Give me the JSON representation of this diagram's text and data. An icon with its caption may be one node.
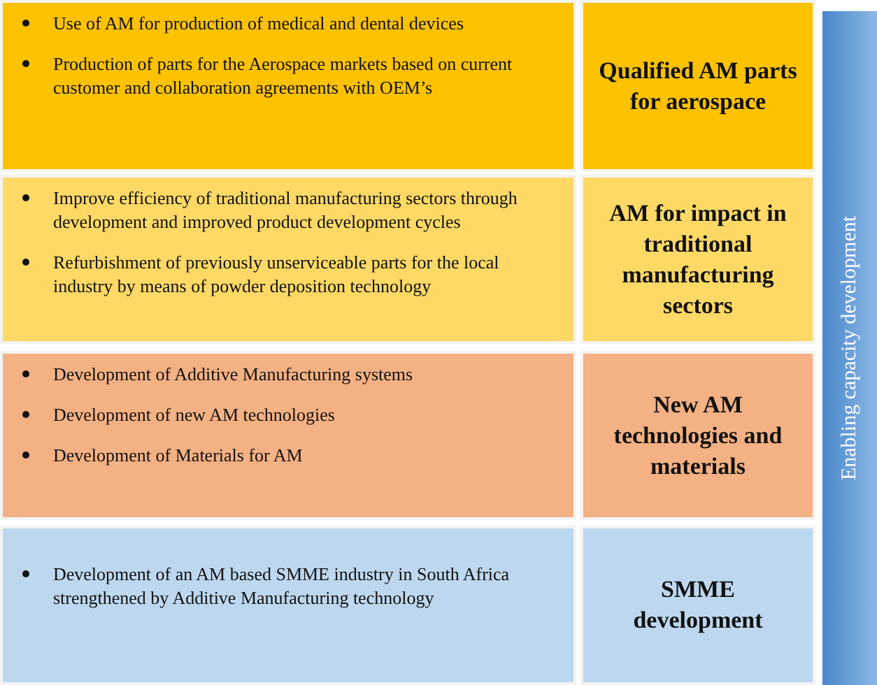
{
  "diagram": {
    "nodes": [
      {
        "text": [
          "Use of AM for production of medical and dental devices",
          "Production of parts for the Aerospace markets based on current customer and collaboration agreements with OEM’s"
        ]
      },
      {
        "text": [
          "Qualified AM parts for aerospace"
        ]
      },
      {
        "text": [
          "Improve efficiency of traditional manufacturing sectors through development and improved product development cycles",
          "Refurbishment of previously unserviceable parts for the local industry by means of powder deposition technology"
        ]
      },
      {
        "text": [
          "AM for impact in traditional manufacturing sectors"
        ]
      },
      {
        "text": [
          "Development of Additive Manufacturing systems",
          "Development of new AM technologies",
          "Development of Materials for AM"
        ]
      },
      {
        "text": [
          "New AM technologies and materials"
        ]
      },
      {
        "text": [
          "Development of an AM based SMME industry in South Africa strengthened by Additive Manufacturing technology"
        ]
      },
      {
        "text": [
          "SMME development"
        ]
      },
      {
        "text": [
          "Enabling capacity development"
        ]
      }
    ]
  }
}
